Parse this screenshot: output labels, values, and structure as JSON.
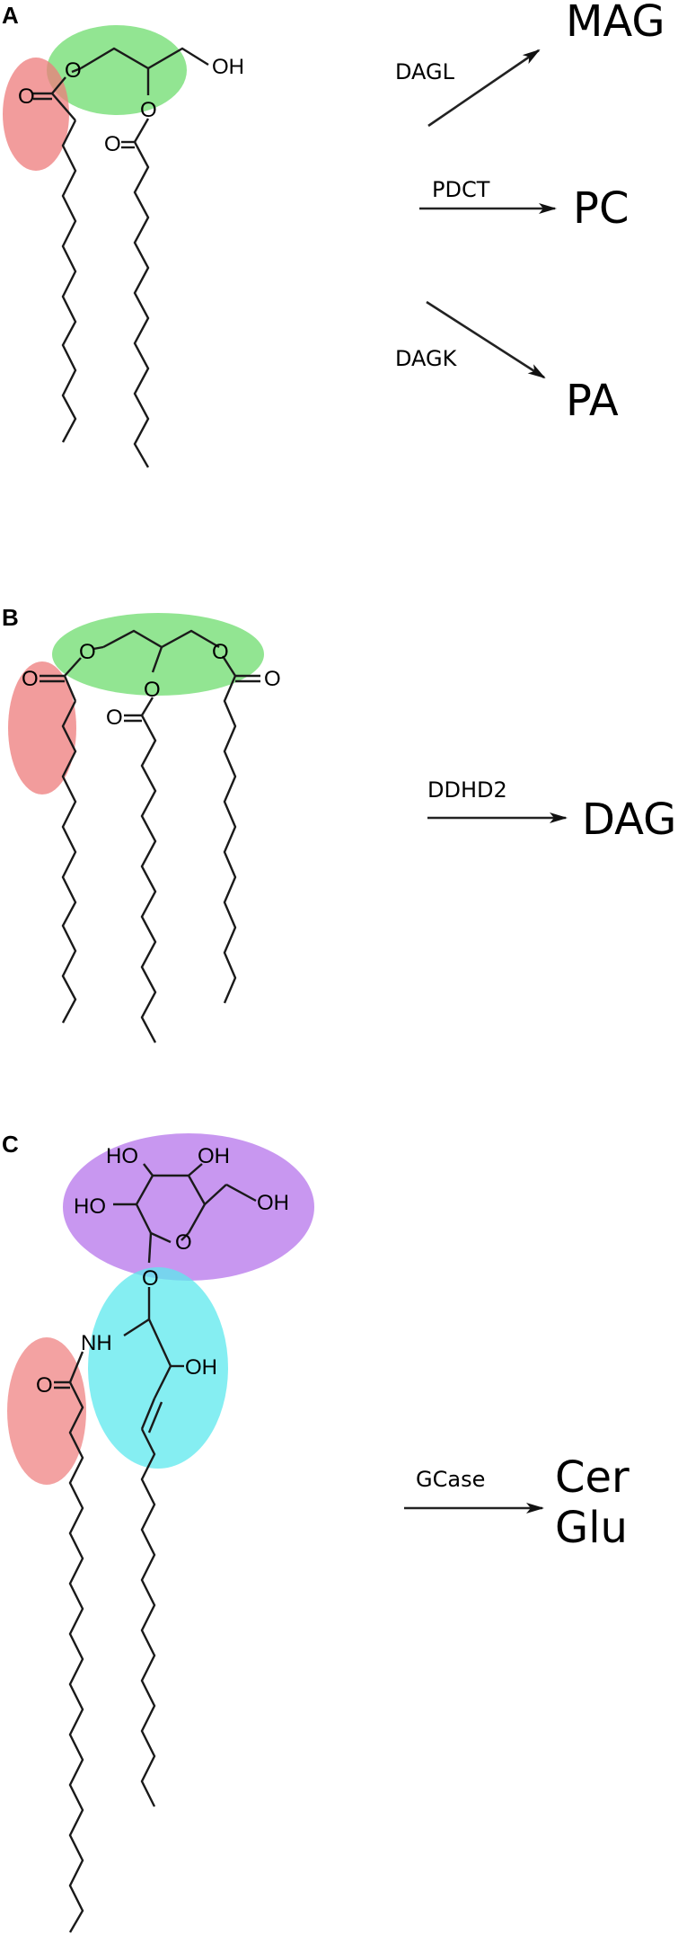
{
  "colors": {
    "glycerol_backbone": "#7FE07F",
    "ester_carbonyl": "#EE7B7B",
    "glucose": "#B06BEA",
    "sphingosine": "#5CE8EE",
    "amide_carbonyl": "#EE7B7B",
    "line": "#1a1a1a"
  },
  "panels": [
    {
      "label": "A",
      "atoms": {
        "o1": "O",
        "o2": "O",
        "o3": "O",
        "o4": "O",
        "oh": "OH"
      },
      "reactions": [
        {
          "enzyme": "DAGL",
          "product": "MAG"
        },
        {
          "enzyme": "PDCT",
          "product": "PC"
        },
        {
          "enzyme": "DAGK",
          "product": "PA"
        }
      ]
    },
    {
      "label": "B",
      "atoms": {
        "o1": "O",
        "o2": "O",
        "o3": "O",
        "o4": "O",
        "o5": "O",
        "o6": "O"
      },
      "reactions": [
        {
          "enzyme": "DDHD2",
          "product": "DAG"
        }
      ]
    },
    {
      "label": "C",
      "atoms": {
        "ho1": "HO",
        "oh1": "OH",
        "ho2": "HO",
        "oh2": "OH",
        "ring_o": "O",
        "link_o": "O",
        "nh": "NH",
        "oh3": "OH",
        "carbonyl_o": "O"
      },
      "reactions": [
        {
          "enzyme": "GCase",
          "product_line1": "Cer",
          "product_line2": "Glu"
        }
      ]
    }
  ]
}
